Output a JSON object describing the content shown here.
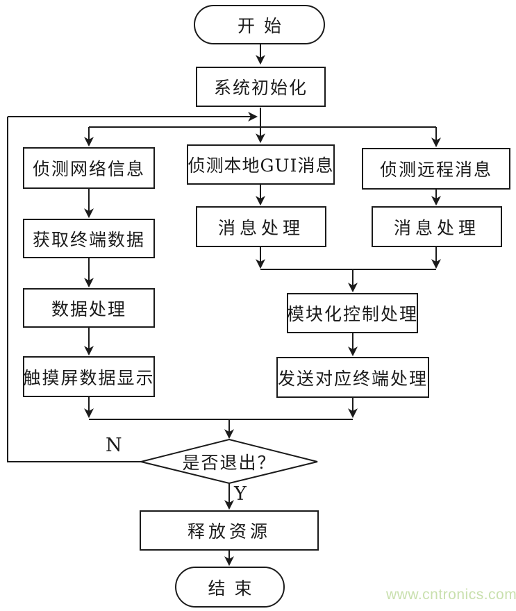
{
  "diagram": {
    "type": "flowchart",
    "nodes": {
      "start": "开始",
      "system_init": "系统初始化",
      "detect_network": "侦测网络信息",
      "get_terminal_data": "获取终端数据",
      "data_processing": "数据处理",
      "touchscreen_display": "触摸屏数据显示",
      "detect_local_gui": "侦测本地GUI消息",
      "local_msg_processing": "消息处理",
      "detect_remote": "侦测远程消息",
      "remote_msg_processing": "消息处理",
      "modular_control": "模块化控制处理",
      "send_to_terminal": "发送对应终端处理",
      "exit_decision": "是否退出？",
      "release_resources": "释放资源",
      "end": "结束"
    },
    "branch_labels": {
      "no": "N",
      "yes": "Y"
    },
    "colors": {
      "line": "#1b1b1b",
      "text": "#1b1b1b",
      "background": "#ffffff",
      "watermark": "#c9e0ae"
    }
  },
  "watermark": {
    "text": "www.cntronics.com"
  }
}
